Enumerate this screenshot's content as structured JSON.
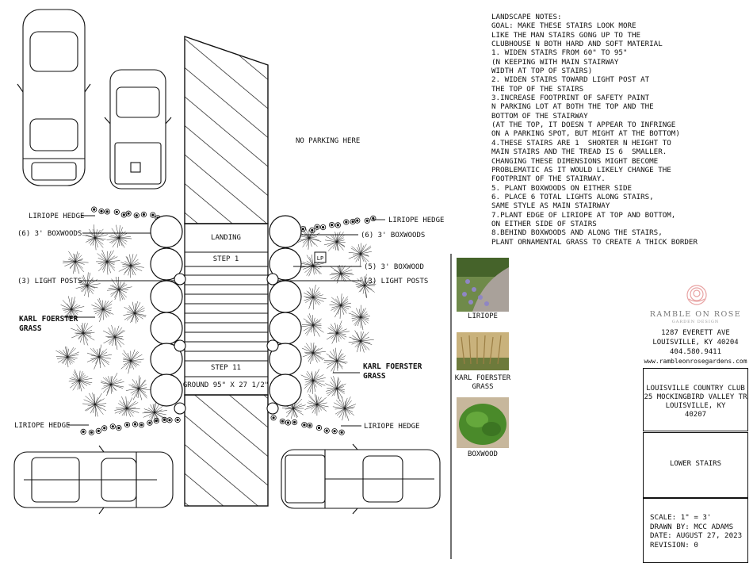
{
  "labels": {
    "no_parking": "NO PARKING HERE",
    "landing": "LANDING",
    "step1": "STEP 1",
    "step11": "STEP 11",
    "ground": "GROUND 95\" X 27 1/2\"",
    "lp": "LP",
    "left": {
      "liriope_top": "LIRIOPE HEDGE",
      "boxwoods": "(6) 3' BOXWOODS",
      "light_posts": "(3) LIGHT POSTS",
      "karl1": "KARL FOERSTER",
      "karl2": "GRASS",
      "liriope_bottom": "LIRIOPE HEDGE"
    },
    "right": {
      "liriope_top": "LIRIOPE HEDGE",
      "boxwoods": "(6) 3' BOXWOODS",
      "boxwood5": "(5) 3' BOXWOOD",
      "light_posts": "(3) LIGHT POSTS",
      "karl1": "KARL FOERSTER",
      "karl2": "GRASS",
      "liriope_bottom": "LIRIOPE HEDGE"
    }
  },
  "notes": [
    "LANDSCAPE NOTES:",
    "GOAL: MAKE THESE STAIRS LOOK MORE",
    "LIKE THE MAN STAIRS GONG UP TO THE",
    "CLUBHOUSE N BOTH HARD AND SOFT MATERIAL",
    "1. WIDEN STAIRS FROM 60\" TO 95\"",
    "(N KEEPING WITH MAIN STAIRWAY",
    "WIDTH AT TOP OF STAIRS)",
    "2. WIDEN STAIRS TOWARD LIGHT POST AT",
    "THE TOP OF THE STAIRS",
    "3.INCREASE FOOTPRINT OF SAFETY PAINT",
    "N PARKING LOT AT BOTH THE TOP AND THE",
    "BOTTOM OF THE STAIRWAY",
    "(AT THE TOP, IT DOESN T APPEAR TO INFRINGE",
    "ON A PARKING SPOT, BUT MIGHT AT THE BOTTOM)",
    "4.THESE STAIRS ARE 1  SHORTER N HEIGHT TO",
    "MAIN STAIRS AND THE TREAD IS 6  SMALLER.",
    "CHANGING THESE DIMENSIONS MIGHT BECOME",
    "PROBLEMATIC AS IT WOULD LIKELY CHANGE THE",
    "FOOTPRINT OF THE STAIRWAY.",
    "5. PLANT BOXWOODS ON EITHER SIDE",
    "6. PLACE 6 TOTAL LIGHTS ALONG STAIRS,",
    "SAME STYLE AS MAIN STAIRWAY",
    "7.PLANT EDGE OF LIRIOPE AT TOP AND BOTTOM,",
    "ON EITHER SIDE OF STAIRS",
    "8.BEHIND BOXWOODS AND ALONG THE STAIRS,",
    "PLANT ORNAMENTAL GRASS TO CREATE A THICK BORDER"
  ],
  "legend": {
    "liriope": "LIRIOPE",
    "karl1": "KARL FOERSTER",
    "karl2": "GRASS",
    "boxwood": "BOXWOOD"
  },
  "title_block": {
    "brand": "RAMBLE ON ROSE",
    "brand_sub": "GARDEN DESIGN",
    "address1": "1287 EVERETT AVE",
    "address2": "LOUISVILLE, KY 40204",
    "phone": "404.580.9411",
    "website": "www.rambleonrosegardens.com",
    "client1": "LOUISVILLE COUNTRY CLUB",
    "client2": "25 MOCKINGBIRD VALLEY TR",
    "client3": "LOUISVILLE, KY",
    "client4": "40207",
    "sheet": "LOWER STAIRS",
    "scale": "SCALE: 1\" = 3'",
    "drawn": "DRAWN BY: McC ADAMS",
    "date": "DATE: AUGUST 27, 2023",
    "revision": "REVISION: 0"
  },
  "colors": {
    "line": "#111111",
    "liriope_foliage": "#4f6b2d",
    "liriope_flower": "#8f86c4",
    "grass": "#b99a5e",
    "boxwood": "#4a8a2a",
    "rose": "#e8a3a3"
  }
}
